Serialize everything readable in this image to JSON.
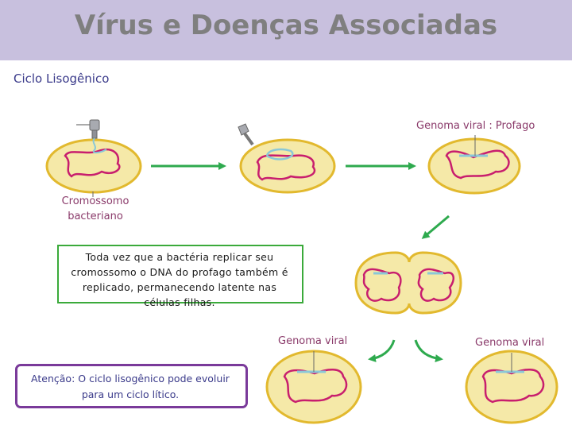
{
  "title": "Vírus e Doenças Associadas",
  "subtitle": "Ciclo Lisogênico",
  "labels": {
    "prophage": "Genoma viral : Profago",
    "chromosome": "Cromossomo bacteriano",
    "viral_genome_left": "Genoma viral",
    "viral_genome_right": "Genoma viral"
  },
  "replication_note": "Toda vez que a bactéria replicar seu cromossomo o DNA do profago também é replicado, permanecendo latente nas células filhas.",
  "attention_note": "Atenção: O ciclo lisogênico pode evoluir para um ciclo lítico.",
  "colors": {
    "title_band": "#c8c0de",
    "cell_fill": "#f5e9a8",
    "cell_border": "#e2b92e",
    "bacterial_dna": "#c81e6e",
    "viral_dna": "#8ac8d8",
    "arrow": "#2eaa4e",
    "note_border": "#3aaa3a",
    "attention_border": "#7a3a9a"
  }
}
